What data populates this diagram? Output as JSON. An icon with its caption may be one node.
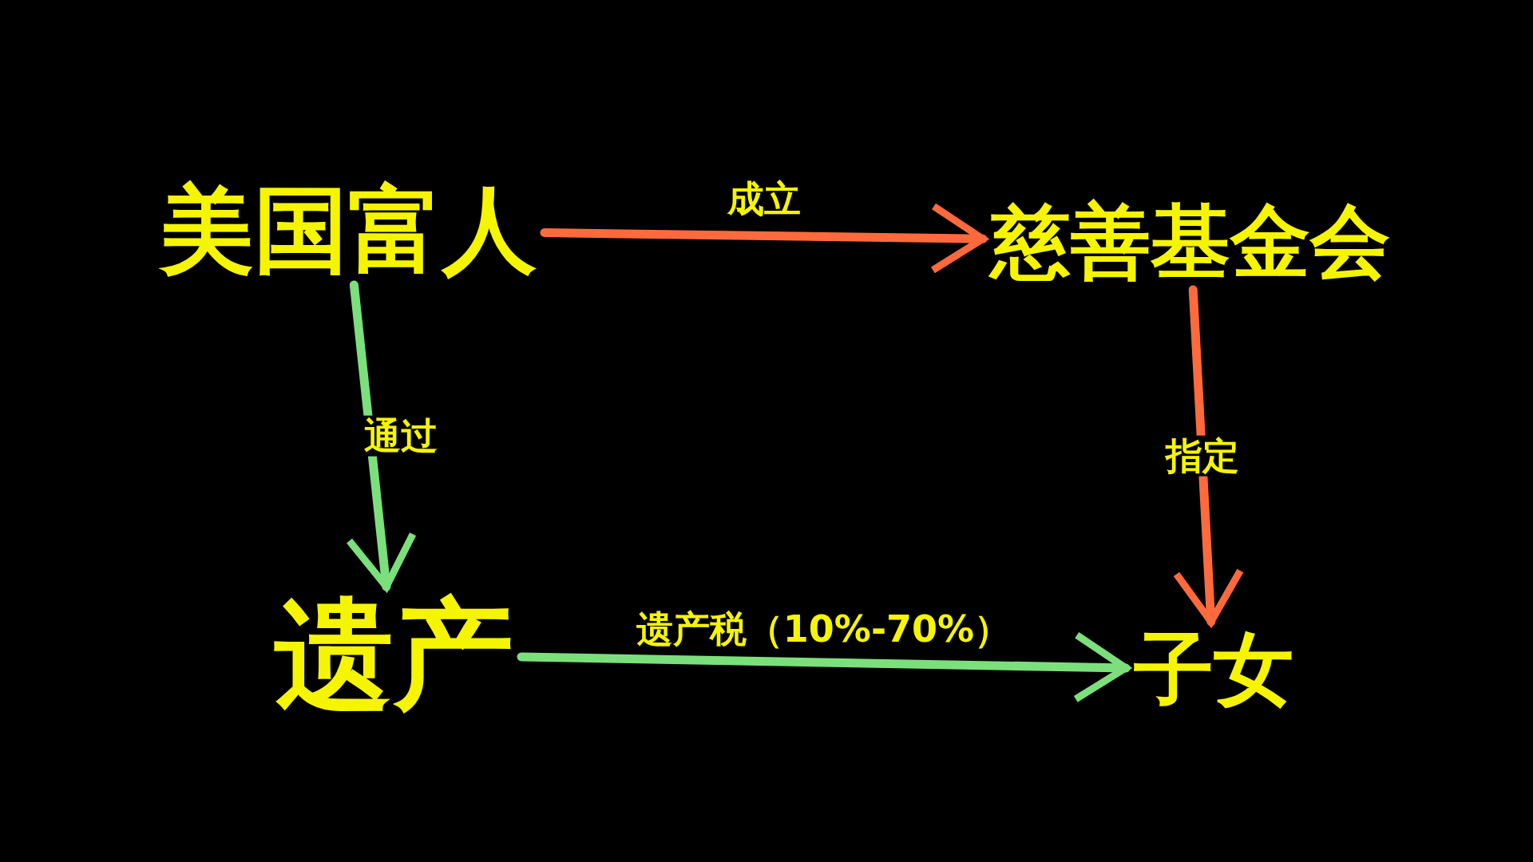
{
  "diagram": {
    "nodes": [
      {
        "text": [
          "美国富人"
        ]
      },
      {
        "text": [
          "慈善基金会"
        ]
      },
      {
        "text": [
          "遗产"
        ]
      },
      {
        "text": [
          "子女"
        ]
      }
    ],
    "edges": [
      {
        "from": 0,
        "to": 1,
        "arrow": "to",
        "label": "成立",
        "color": "#ff6a3d"
      },
      {
        "from": 0,
        "to": 2,
        "arrow": "to",
        "label": "通过",
        "color": "#7be07b"
      },
      {
        "from": 2,
        "to": 3,
        "arrow": "to",
        "label": "遗产税（10%-70%）",
        "color": "#7be07b"
      },
      {
        "from": 1,
        "to": 3,
        "arrow": "to",
        "label": "指定",
        "color": "#ff6a3d"
      }
    ]
  }
}
